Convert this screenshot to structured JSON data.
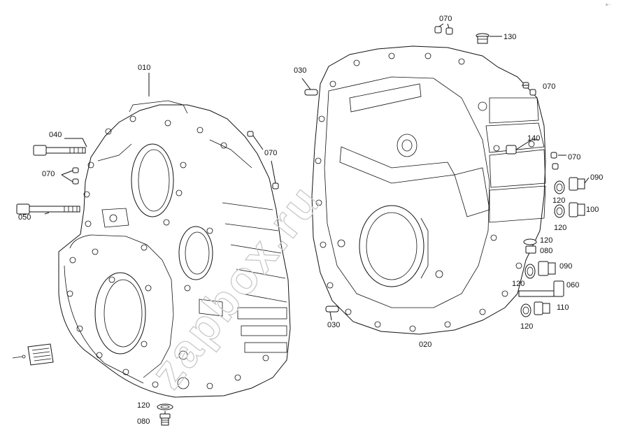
{
  "corner_text": "3/···",
  "watermark": "zapbox.ru",
  "labels": {
    "p010": "010",
    "p020": "020",
    "p030_top": "030",
    "p030_bottom": "030",
    "p040": "040",
    "p050": "050",
    "p060": "060",
    "p070_left_top": "070",
    "p070_left": "070",
    "p070_top": "070",
    "p070_right_top": "070",
    "p070_right": "070",
    "p080_right": "080",
    "p080_bottom": "080",
    "p090_top": "090",
    "p090_mid": "090",
    "p100": "100",
    "p110": "110",
    "p120_a": "120",
    "p120_b": "120",
    "p120_c": "120",
    "p120_d": "120",
    "p120_e": "120",
    "p120_bottom": "120",
    "p130": "130",
    "p140": "140"
  }
}
